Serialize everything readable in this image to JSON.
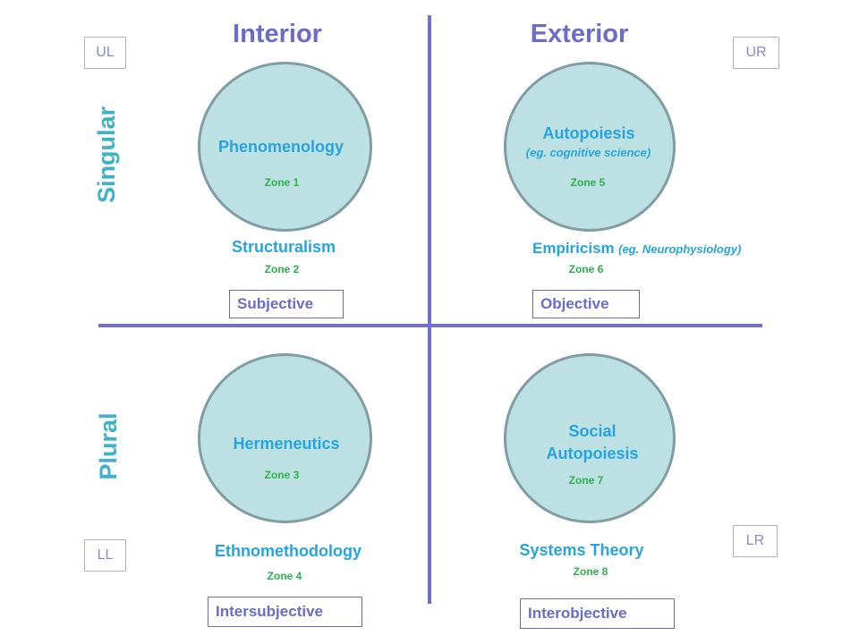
{
  "headers": {
    "interior": "Interior",
    "exterior": "Exterior"
  },
  "rows": {
    "singular": "Singular",
    "plural": "Plural"
  },
  "corners": {
    "ul": "UL",
    "ur": "UR",
    "ll": "LL",
    "lr": "LR"
  },
  "quadrants": {
    "ul": {
      "circle_label": "Phenomenology",
      "circle_zone": "Zone 1",
      "below_label": "Structuralism",
      "below_zone": "Zone 2",
      "box": "Subjective"
    },
    "ur": {
      "circle_label": "Autopoiesis",
      "circle_sub": "(eg. cognitive science)",
      "circle_zone": "Zone 5",
      "below_label": "Empiricism",
      "below_sub": "(eg. Neurophysiology)",
      "below_zone": "Zone 6",
      "box": "Objective"
    },
    "ll": {
      "circle_label": "Hermeneutics",
      "circle_zone": "Zone 3",
      "below_label": "Ethnomethodology",
      "below_zone": "Zone 4",
      "box": "Intersubjective"
    },
    "lr": {
      "circle_label_1": "Social",
      "circle_label_2": "Autopoiesis",
      "circle_zone": "Zone 7",
      "below_label": "Systems Theory",
      "below_zone": "Zone 8",
      "box": "Interobjective"
    }
  },
  "colors": {
    "axis": "#7470c6",
    "header": "#6b6bc8",
    "row_label": "#3fb2c7",
    "circle_fill": "#bde0e3",
    "circle_border": "#7f9da3",
    "label": "#25a5dc",
    "zone": "#2bb04a"
  }
}
